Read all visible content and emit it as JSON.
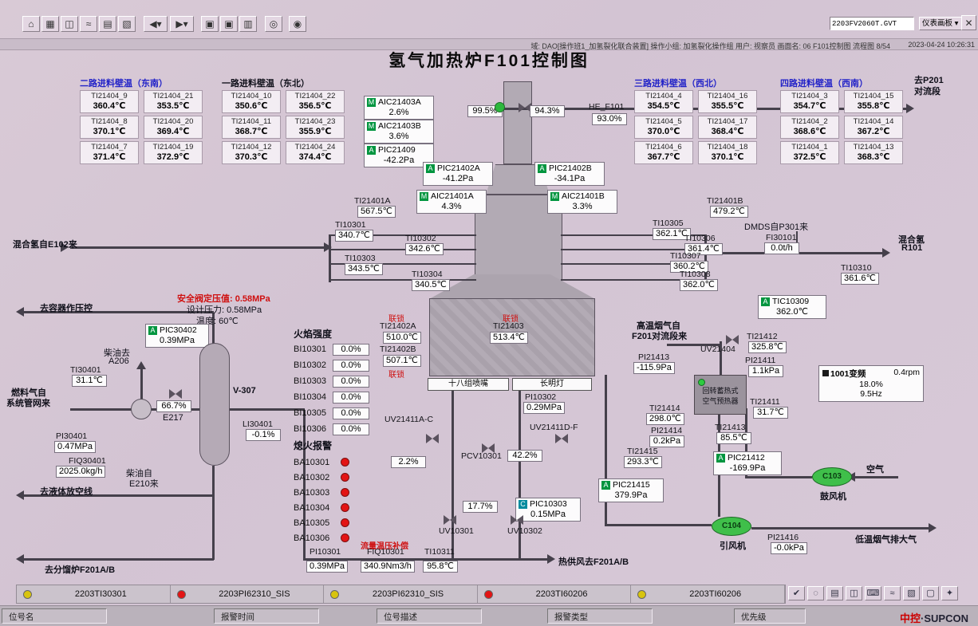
{
  "toolbar": {
    "filename": "2203FV2060T.GVT",
    "panel_select": "仪表画板",
    "close": "✕"
  },
  "statusbar": {
    "info": "域: DAO[操作班1_加氢裂化联合装置]  操作小组: 加氢裂化操作组  用户: 视察员  画面名: 06 F101控制图  流程图 8/54",
    "datetime": "2023-04-24 10:26:31"
  },
  "title": "氢气加热炉F101控制图",
  "wall_temps": {
    "g1": {
      "header": "二路进料壁温（东南）",
      "cells": [
        {
          "tag": "TI21404_9",
          "value": "360.4℃"
        },
        {
          "tag": "TI21404_21",
          "value": "353.5℃"
        },
        {
          "tag": "TI21404_8",
          "value": "370.1℃"
        },
        {
          "tag": "TI21404_20",
          "value": "369.4℃"
        },
        {
          "tag": "TI21404_7",
          "value": "371.4℃"
        },
        {
          "tag": "TI21404_19",
          "value": "372.9℃"
        }
      ]
    },
    "g2": {
      "header": "一路进料壁温（东北）",
      "cells": [
        {
          "tag": "TI21404_10",
          "value": "350.6℃"
        },
        {
          "tag": "TI21404_22",
          "value": "356.5℃"
        },
        {
          "tag": "TI21404_11",
          "value": "368.7℃"
        },
        {
          "tag": "TI21404_23",
          "value": "355.9℃"
        },
        {
          "tag": "TI21404_12",
          "value": "370.3℃"
        },
        {
          "tag": "TI21404_24",
          "value": "374.4℃"
        }
      ]
    },
    "g3": {
      "header": "三路进料壁温（西北）",
      "cells": [
        {
          "tag": "TI21404_4",
          "value": "354.5℃"
        },
        {
          "tag": "TI21404_16",
          "value": "355.5℃"
        },
        {
          "tag": "TI21404_5",
          "value": "370.0℃"
        },
        {
          "tag": "TI21404_17",
          "value": "368.4℃"
        },
        {
          "tag": "TI21404_6",
          "value": "367.7℃"
        },
        {
          "tag": "TI21404_18",
          "value": "370.1℃"
        }
      ]
    },
    "g4": {
      "header": "四路进料壁温（西南）",
      "cells": [
        {
          "tag": "TI21404_3",
          "value": "354.7℃"
        },
        {
          "tag": "TI21404_15",
          "value": "355.8℃"
        },
        {
          "tag": "TI21404_2",
          "value": "368.6℃"
        },
        {
          "tag": "TI21404_14",
          "value": "367.2℃"
        },
        {
          "tag": "TI21404_1",
          "value": "372.5℃"
        },
        {
          "tag": "TI21404_13",
          "value": "368.3℃"
        }
      ]
    }
  },
  "ctrl": {
    "AIC21403A": {
      "badge": "M",
      "tag": "AIC21403A",
      "value": "2.6%"
    },
    "AIC21403B": {
      "badge": "M",
      "tag": "AIC21403B",
      "value": "3.6%"
    },
    "PIC21409": {
      "badge": "A",
      "tag": "PIC21409",
      "value": "-42.2Pa"
    },
    "PIC21402A": {
      "badge": "A",
      "tag": "PIC21402A",
      "value": "-41.2Pa"
    },
    "PIC21402B": {
      "badge": "A",
      "tag": "PIC21402B",
      "value": "-34.1Pa"
    },
    "AIC21401A": {
      "badge": "M",
      "tag": "AIC21401A",
      "value": "4.3%"
    },
    "AIC21401B": {
      "badge": "M",
      "tag": "AIC21401B",
      "value": "3.3%"
    },
    "PIC30402": {
      "badge": "A",
      "tag": "PIC30402",
      "value": "0.39MPa"
    },
    "PIC10303": {
      "badge": "C",
      "tag": "PIC10303",
      "value": "0.15MPa"
    },
    "TIC10309": {
      "badge": "A",
      "tag": "TIC10309",
      "value": "362.0℃"
    },
    "PIC21412": {
      "badge": "A",
      "tag": "PIC21412",
      "value": "-169.9Pa"
    },
    "PIC21415": {
      "badge": "A",
      "tag": "PIC21415",
      "value": "379.9Pa"
    }
  },
  "ind": {
    "TI21401A": {
      "tag": "TI21401A",
      "value": "567.5℃"
    },
    "TI21401B": {
      "tag": "TI21401B",
      "value": "479.2℃"
    },
    "TI10301": {
      "tag": "TI10301",
      "value": "340.7℃"
    },
    "TI10302": {
      "tag": "TI10302",
      "value": "342.6℃"
    },
    "TI10303": {
      "tag": "TI10303",
      "value": "343.5℃"
    },
    "TI10304": {
      "tag": "TI10304",
      "value": "340.5℃"
    },
    "TI10305": {
      "tag": "TI10305",
      "value": "362.1℃"
    },
    "TI10306": {
      "tag": "TI10306",
      "value": "361.4℃"
    },
    "TI10307": {
      "tag": "TI10307",
      "value": "360.2℃"
    },
    "TI10308": {
      "tag": "TI10308",
      "value": "362.0℃"
    },
    "TI10310": {
      "tag": "TI10310",
      "value": "361.6℃"
    },
    "FI30101": {
      "tag": "FI30101",
      "value": "0.0t/h"
    },
    "TI21402A": {
      "tag": "TI21402A",
      "value": "510.0℃"
    },
    "TI21402B": {
      "tag": "TI21402B",
      "value": "507.1℃"
    },
    "TI21403": {
      "tag": "TI21403",
      "value": "513.4℃"
    },
    "PI10302": {
      "tag": "PI10302",
      "value": "0.29MPa"
    },
    "PI10301": {
      "tag": "PI10301",
      "value": "0.39MPa"
    },
    "FIQ10301": {
      "tag": "FIQ10301",
      "value": "340.9Nm3/h"
    },
    "TI10311": {
      "tag": "TI10311",
      "value": "95.8℃"
    },
    "TI30401": {
      "tag": "TI30401",
      "value": "31.1℃"
    },
    "PI30401": {
      "tag": "PI30401",
      "value": "0.47MPa"
    },
    "FIQ30401": {
      "tag": "FIQ30401",
      "value": "2025.0kg/h"
    },
    "LI30401": {
      "tag": "LI30401",
      "value": "-0.1%"
    },
    "TI21412": {
      "tag": "TI21412",
      "value": "325.8℃"
    },
    "PI21413": {
      "tag": "PI21413",
      "value": "-115.9Pa"
    },
    "PI21411": {
      "tag": "PI21411",
      "value": "1.1kPa"
    },
    "TI21411": {
      "tag": "TI21411",
      "value": "31.7℃"
    },
    "TI21414": {
      "tag": "TI21414",
      "value": "298.0℃"
    },
    "PI21414": {
      "tag": "PI21414",
      "value": "0.2kPa"
    },
    "TI21413": {
      "tag": "TI21413",
      "value": "85.5℃"
    },
    "TI21415": {
      "tag": "TI21415",
      "value": "293.3℃"
    },
    "PI21416": {
      "tag": "PI21416",
      "value": "-0.0kPa"
    }
  },
  "valves": {
    "stack_a": "99.5%",
    "stack_b": "94.3%",
    "he_tag": "HE_F101",
    "he_value": "93.0%",
    "e217_pos": "66.7%",
    "uv21411ac": "UV21411A-C",
    "uv21411df": "UV21411D-F",
    "pcv10301": "PCV10301",
    "uv10301": "UV10301",
    "uv10302": "UV10302",
    "uv21404": "UV21404",
    "pos_left": "2.2%",
    "pos_mid": "42.2%",
    "pos_low": "17.7%"
  },
  "flame": {
    "header": "火焰强度",
    "items": [
      {
        "tag": "BI10301",
        "value": "0.0%"
      },
      {
        "tag": "BI10302",
        "value": "0.0%"
      },
      {
        "tag": "BI10303",
        "value": "0.0%"
      },
      {
        "tag": "BI10304",
        "value": "0.0%"
      },
      {
        "tag": "BI10305",
        "value": "0.0%"
      },
      {
        "tag": "BI10306",
        "value": "0.0%"
      }
    ],
    "alarm_header": "熄火报警",
    "alarms": [
      "BA10301",
      "BA10302",
      "BA10303",
      "BA10304",
      "BA10305",
      "BA10306"
    ]
  },
  "labels": {
    "to_p201_1": "去P201",
    "to_p201_2": "对流段",
    "mix_h2_from": "混合氢自E102来",
    "dmds": "DMDS自P301来",
    "mix_h2": "混合氢",
    "r101": "R101",
    "to_vessel": "去容器作压控",
    "safety1": "安全阀定压值: 0.58MPa",
    "safety2": "设计压力: 0.58MPa",
    "safety3": "温度: 60℃",
    "diesel_to": "柴油去",
    "a206": "A206",
    "fuel1": "燃料气自",
    "fuel2": "系统管网来",
    "v307": "V-307",
    "e217": "E217",
    "diesel_from1": "柴油自",
    "diesel_from2": "E210来",
    "to_vent": "去液体放空线",
    "to_f201ab": "去分馏炉F201A/B",
    "interlock": "联锁",
    "nozzles": "十八组喷嘴",
    "pilot": "长明灯",
    "compensation": "流量温压补偿",
    "hot_air": "热供风去F201A/B",
    "hot_flue1": "高温烟气自",
    "hot_flue2": "F201对流段来",
    "preheater1": "回转蓄热式",
    "preheater2": "空气预热器",
    "freq_title": "1001变频",
    "freq_pct": "18.0%",
    "freq_hz": "9.5Hz",
    "freq_rpm": "0.4rpm",
    "c103": "C103",
    "blower": "鼓风机",
    "c104": "C104",
    "fan": "引风机",
    "air": "空气",
    "cold_flue": "低温烟气排大气"
  },
  "alarm_bar": {
    "entries": [
      {
        "color": "yellow",
        "tag": "2203TI30301"
      },
      {
        "color": "red",
        "tag": "2203PI62310_SIS"
      },
      {
        "color": "yellow",
        "tag": "2203PI62310_SIS"
      },
      {
        "color": "red",
        "tag": "2203TI60206"
      },
      {
        "color": "yellow",
        "tag": "2203TI60206"
      }
    ],
    "fields": [
      "位号名",
      "报警时间",
      "位号描述",
      "报警类型",
      "优先级"
    ],
    "brand1": "中控",
    "brand2": "·SUPCON"
  },
  "colors": {
    "header_blue": "#2323c8",
    "text_red": "#cf1010",
    "badge_green": "#00953f",
    "badge_cyan": "#008b9e",
    "equip_green": "#3fbf4a",
    "alarm_red": "#e31414",
    "alarm_yellow": "#d8c40e"
  }
}
